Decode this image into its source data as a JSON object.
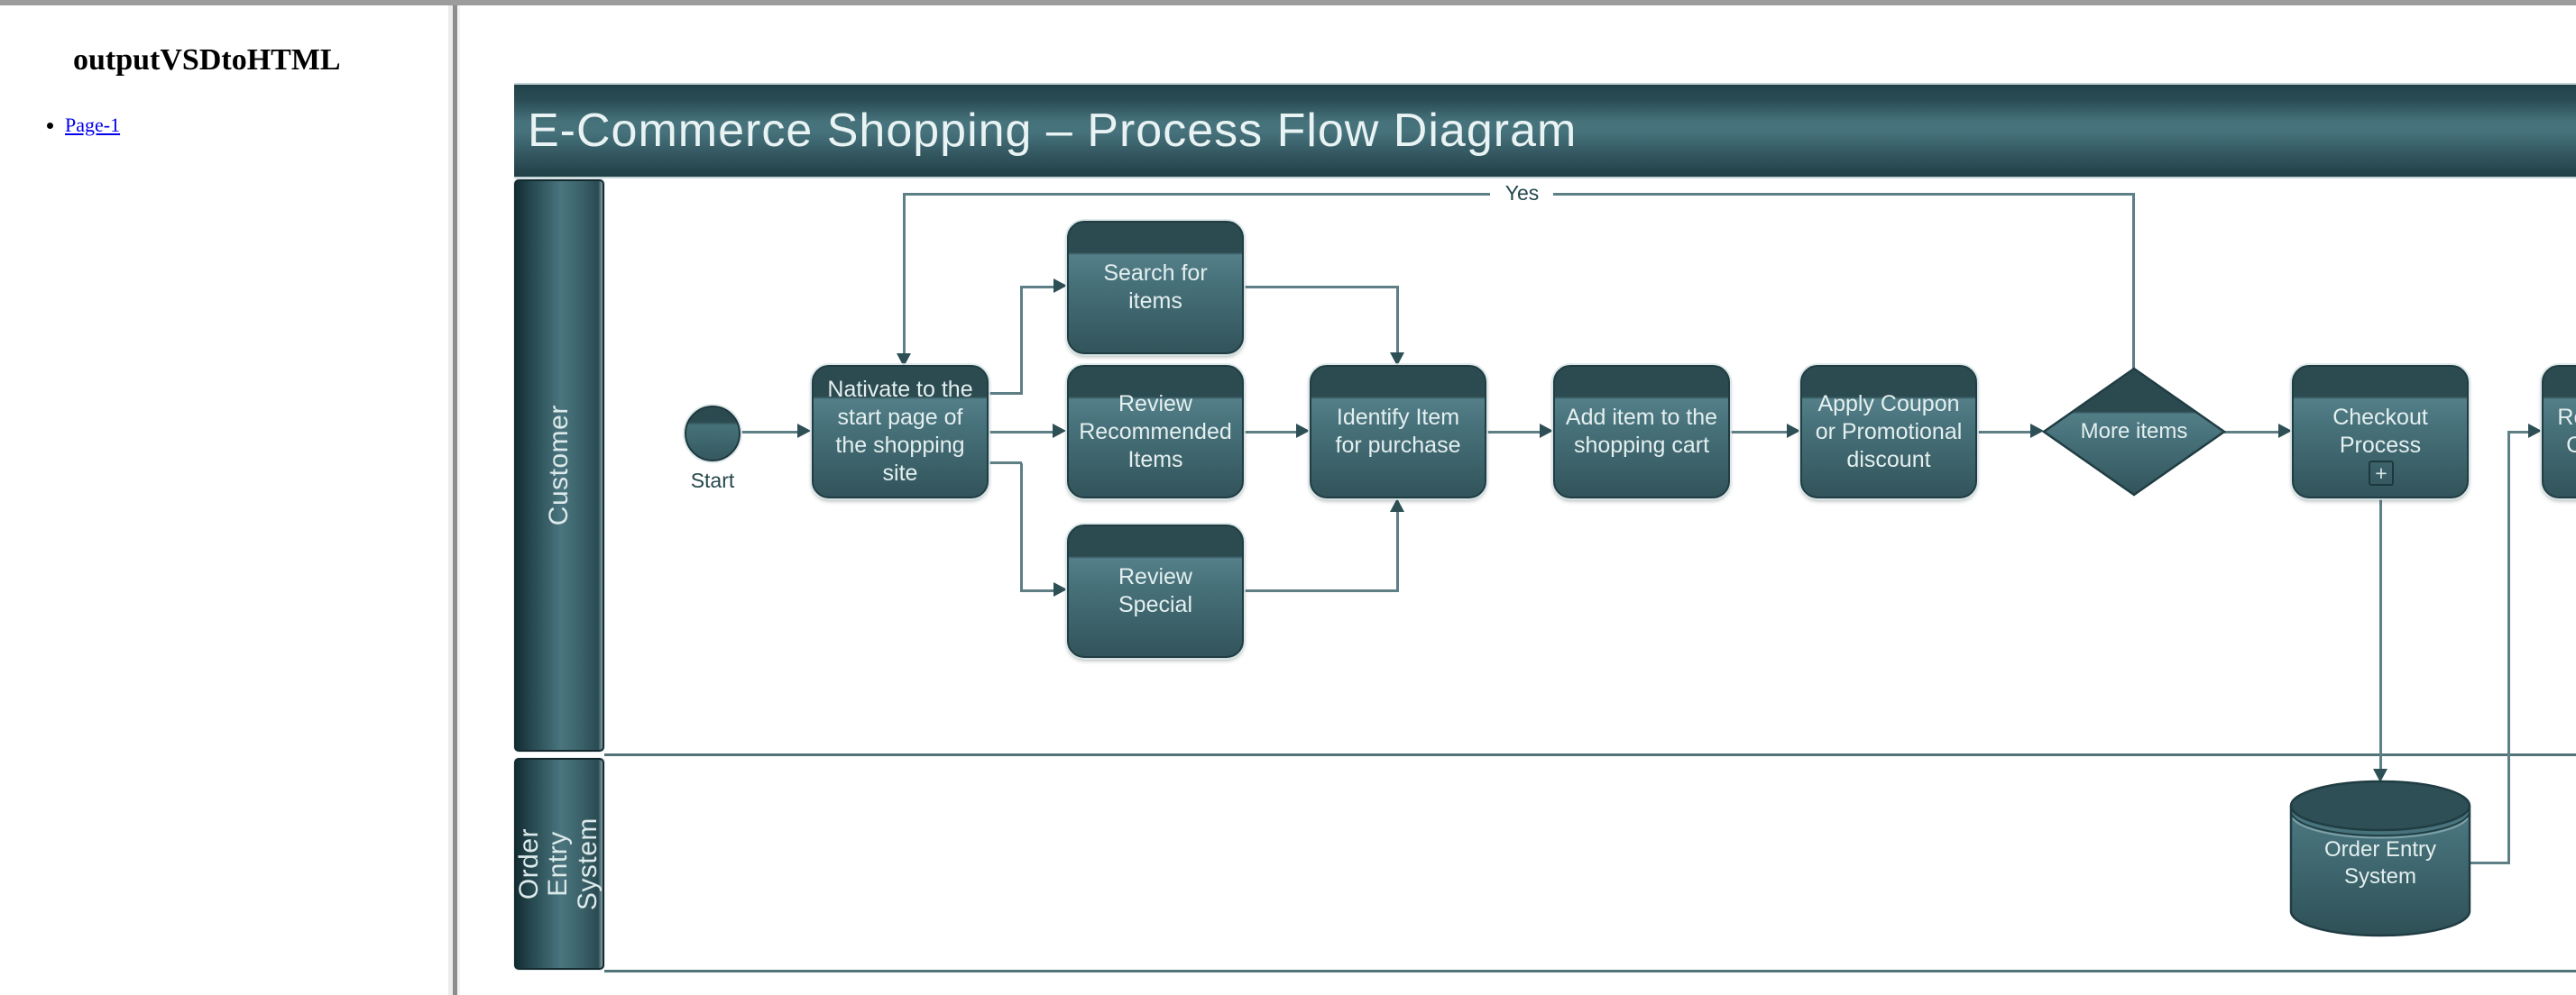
{
  "sidebar": {
    "title": "outputVSDtoHTML",
    "pages": [
      {
        "label": "Page-1"
      }
    ]
  },
  "diagram": {
    "title": "E-Commerce Shopping – Process Flow Diagram",
    "lanes": [
      {
        "label": "Customer"
      },
      {
        "label": "Order Entry\nSystem"
      }
    ],
    "nodes": {
      "start": "Start",
      "navigate": "Nativate to the\nstart page of\nthe shopping\nsite",
      "search": "Search for\nitems",
      "review_recommended": "Review\nRecommended\nItems",
      "review_special": "Review\nSpecial",
      "identify": "Identify Item\nfor purchase",
      "add_item": "Add item to the\nshopping cart",
      "apply_coupon": "Apply Coupon\nor Promotional\ndiscount",
      "more_items": "More items",
      "checkout": "Checkout\nProcess",
      "checkout_subprocess_icon": "+",
      "receive_confirmation": "Receive Order\nConfirmation",
      "order_entry_db": "Order Entry\nSystem"
    },
    "edge_labels": {
      "yes": "Yes"
    },
    "colors": {
      "node_dark": "#2b4a50",
      "node_light": "#4a737c",
      "connector": "#5d7f85",
      "title_bar": "#46727c",
      "link": "#0000ee",
      "frame_gray": "#9c9c9c"
    }
  }
}
